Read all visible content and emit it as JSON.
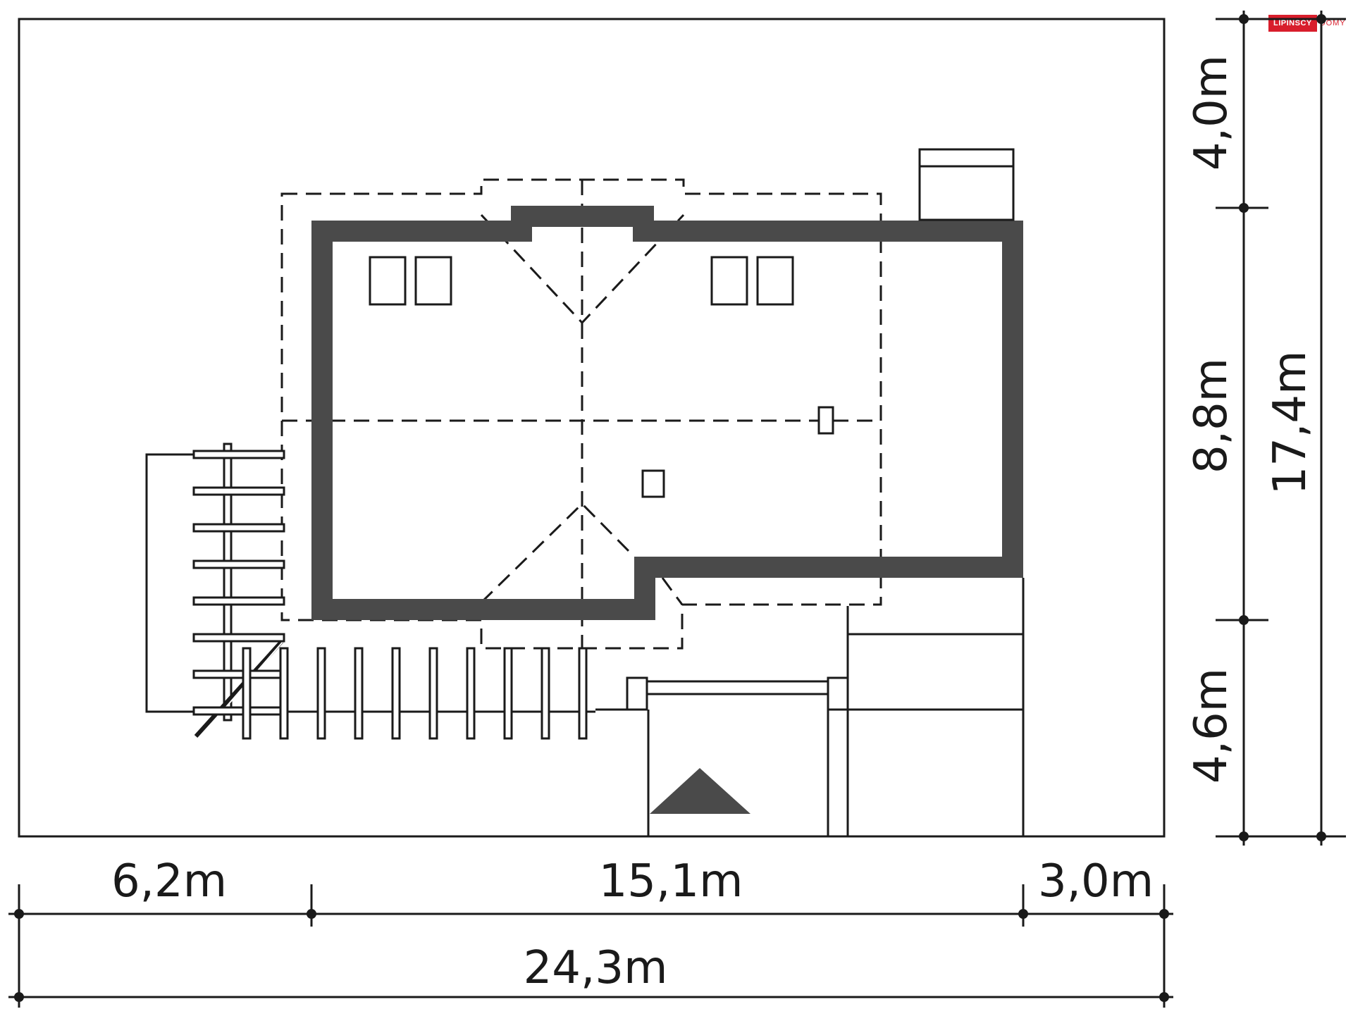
{
  "logo": {
    "part1": "LIPIŃSCY",
    "part2": "DOMY"
  },
  "colors": {
    "wall": "#4a4a4a",
    "line": "#1a1a1a",
    "accent": "#d81e2c"
  },
  "dimensions": {
    "horizontal": {
      "left_setback": "6,2m",
      "house_width": "15,1m",
      "right_setback": "3,0m",
      "total_width": "24,3m"
    },
    "vertical": {
      "top_setback": "4,0m",
      "house_depth": "8,8m",
      "bottom_setback": "4,6m",
      "total_depth": "17,4m"
    }
  }
}
